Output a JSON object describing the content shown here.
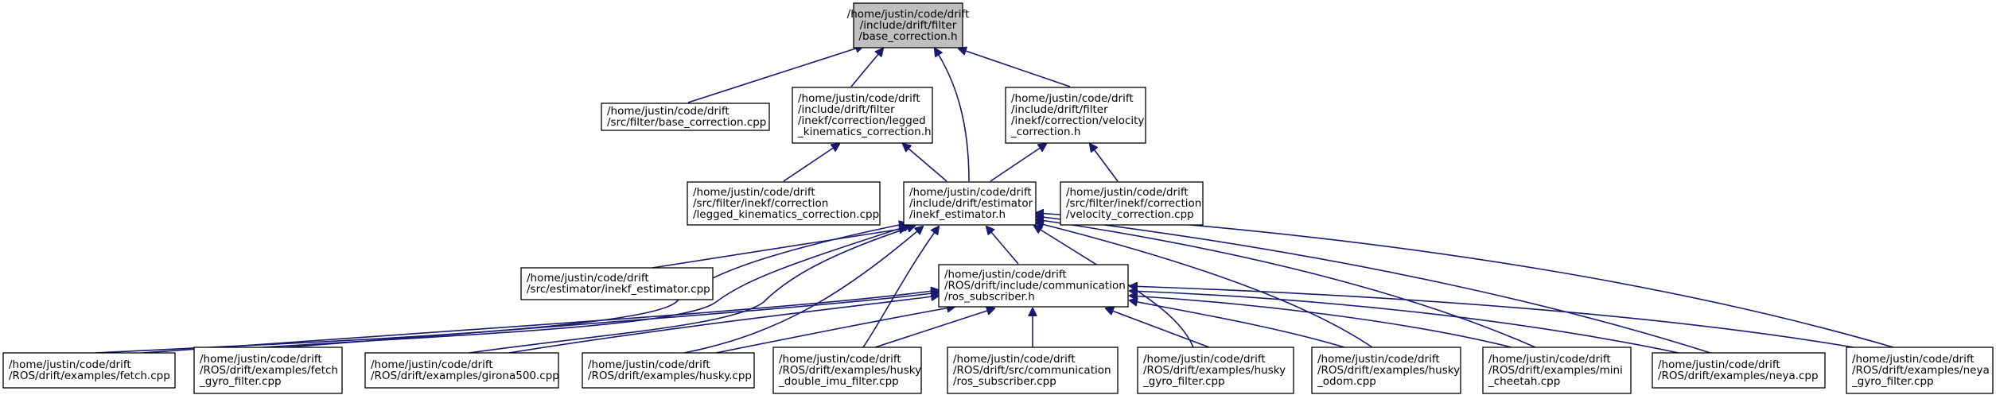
{
  "diagram": {
    "title": "Include dependency graph",
    "nodes": [
      {
        "id": "root",
        "lines": [
          "/home/justin/code/drift",
          "/include/drift/filter",
          "/base_correction.h"
        ]
      },
      {
        "id": "base_cpp",
        "lines": [
          "/home/justin/code/drift",
          "/src/filter/base_correction.cpp"
        ]
      },
      {
        "id": "legged_h",
        "lines": [
          "/home/justin/code/drift",
          "/include/drift/filter",
          "/inekf/correction/legged",
          "_kinematics_correction.h"
        ]
      },
      {
        "id": "velocity_h",
        "lines": [
          "/home/justin/code/drift",
          "/include/drift/filter",
          "/inekf/correction/velocity",
          "_correction.h"
        ]
      },
      {
        "id": "legged_cpp",
        "lines": [
          "/home/justin/code/drift",
          "/src/filter/inekf/correction",
          "/legged_kinematics_correction.cpp"
        ]
      },
      {
        "id": "estimator_h",
        "lines": [
          "/home/justin/code/drift",
          "/include/drift/estimator",
          "/inekf_estimator.h"
        ]
      },
      {
        "id": "velocity_cpp",
        "lines": [
          "/home/justin/code/drift",
          "/src/filter/inekf/correction",
          "/velocity_correction.cpp"
        ]
      },
      {
        "id": "estimator_cpp",
        "lines": [
          "/home/justin/code/drift",
          "/src/estimator/inekf_estimator.cpp"
        ]
      },
      {
        "id": "ros_sub_h",
        "lines": [
          "/home/justin/code/drift",
          "/ROS/drift/include/communication",
          "/ros_subscriber.h"
        ]
      },
      {
        "id": "fetch",
        "lines": [
          "/home/justin/code/drift",
          "/ROS/drift/examples/fetch.cpp"
        ]
      },
      {
        "id": "fetch_gyro",
        "lines": [
          "/home/justin/code/drift",
          "/ROS/drift/examples/fetch",
          "_gyro_filter.cpp"
        ]
      },
      {
        "id": "girona",
        "lines": [
          "/home/justin/code/drift",
          "/ROS/drift/examples/girona500.cpp"
        ]
      },
      {
        "id": "husky",
        "lines": [
          "/home/justin/code/drift",
          "/ROS/drift/examples/husky.cpp"
        ]
      },
      {
        "id": "husky_dbl",
        "lines": [
          "/home/justin/code/drift",
          "/ROS/drift/examples/husky",
          "_double_imu_filter.cpp"
        ]
      },
      {
        "id": "ros_sub_cpp",
        "lines": [
          "/home/justin/code/drift",
          "/ROS/drift/src/communication",
          "/ros_subscriber.cpp"
        ]
      },
      {
        "id": "husky_gyro",
        "lines": [
          "/home/justin/code/drift",
          "/ROS/drift/examples/husky",
          "_gyro_filter.cpp"
        ]
      },
      {
        "id": "husky_odom",
        "lines": [
          "/home/justin/code/drift",
          "/ROS/drift/examples/husky",
          "_odom.cpp"
        ]
      },
      {
        "id": "mini_cheetah",
        "lines": [
          "/home/justin/code/drift",
          "/ROS/drift/examples/mini",
          "_cheetah.cpp"
        ]
      },
      {
        "id": "neya",
        "lines": [
          "/home/justin/code/drift",
          "/ROS/drift/examples/neya.cpp"
        ]
      },
      {
        "id": "neya_gyro",
        "lines": [
          "/home/justin/code/drift",
          "/ROS/drift/examples/neya",
          "_gyro_filter.cpp"
        ]
      }
    ],
    "edges": [
      {
        "from": "base_cpp",
        "to": "root"
      },
      {
        "from": "legged_h",
        "to": "root"
      },
      {
        "from": "estimator_h",
        "to": "root"
      },
      {
        "from": "velocity_h",
        "to": "root"
      },
      {
        "from": "legged_cpp",
        "to": "legged_h"
      },
      {
        "from": "estimator_h",
        "to": "legged_h"
      },
      {
        "from": "estimator_h",
        "to": "velocity_h"
      },
      {
        "from": "velocity_cpp",
        "to": "velocity_h"
      },
      {
        "from": "estimator_cpp",
        "to": "estimator_h"
      },
      {
        "from": "ros_sub_h",
        "to": "estimator_h"
      },
      {
        "from": "fetch",
        "to": "estimator_h"
      },
      {
        "from": "fetch_gyro",
        "to": "estimator_h"
      },
      {
        "from": "girona",
        "to": "estimator_h"
      },
      {
        "from": "husky",
        "to": "estimator_h"
      },
      {
        "from": "husky_dbl",
        "to": "estimator_h"
      },
      {
        "from": "husky_gyro",
        "to": "estimator_h"
      },
      {
        "from": "husky_odom",
        "to": "estimator_h"
      },
      {
        "from": "mini_cheetah",
        "to": "estimator_h"
      },
      {
        "from": "neya",
        "to": "estimator_h"
      },
      {
        "from": "neya_gyro",
        "to": "estimator_h"
      },
      {
        "from": "fetch",
        "to": "ros_sub_h"
      },
      {
        "from": "fetch_gyro",
        "to": "ros_sub_h"
      },
      {
        "from": "girona",
        "to": "ros_sub_h"
      },
      {
        "from": "husky",
        "to": "ros_sub_h"
      },
      {
        "from": "husky_dbl",
        "to": "ros_sub_h"
      },
      {
        "from": "ros_sub_cpp",
        "to": "ros_sub_h"
      },
      {
        "from": "husky_gyro",
        "to": "ros_sub_h"
      },
      {
        "from": "husky_odom",
        "to": "ros_sub_h"
      },
      {
        "from": "mini_cheetah",
        "to": "ros_sub_h"
      },
      {
        "from": "neya",
        "to": "ros_sub_h"
      },
      {
        "from": "neya_gyro",
        "to": "ros_sub_h"
      }
    ],
    "colors": {
      "edge": "#191970",
      "root_fill": "#bfbfbf",
      "node_fill": "#ffffff",
      "border": "#000000"
    }
  }
}
